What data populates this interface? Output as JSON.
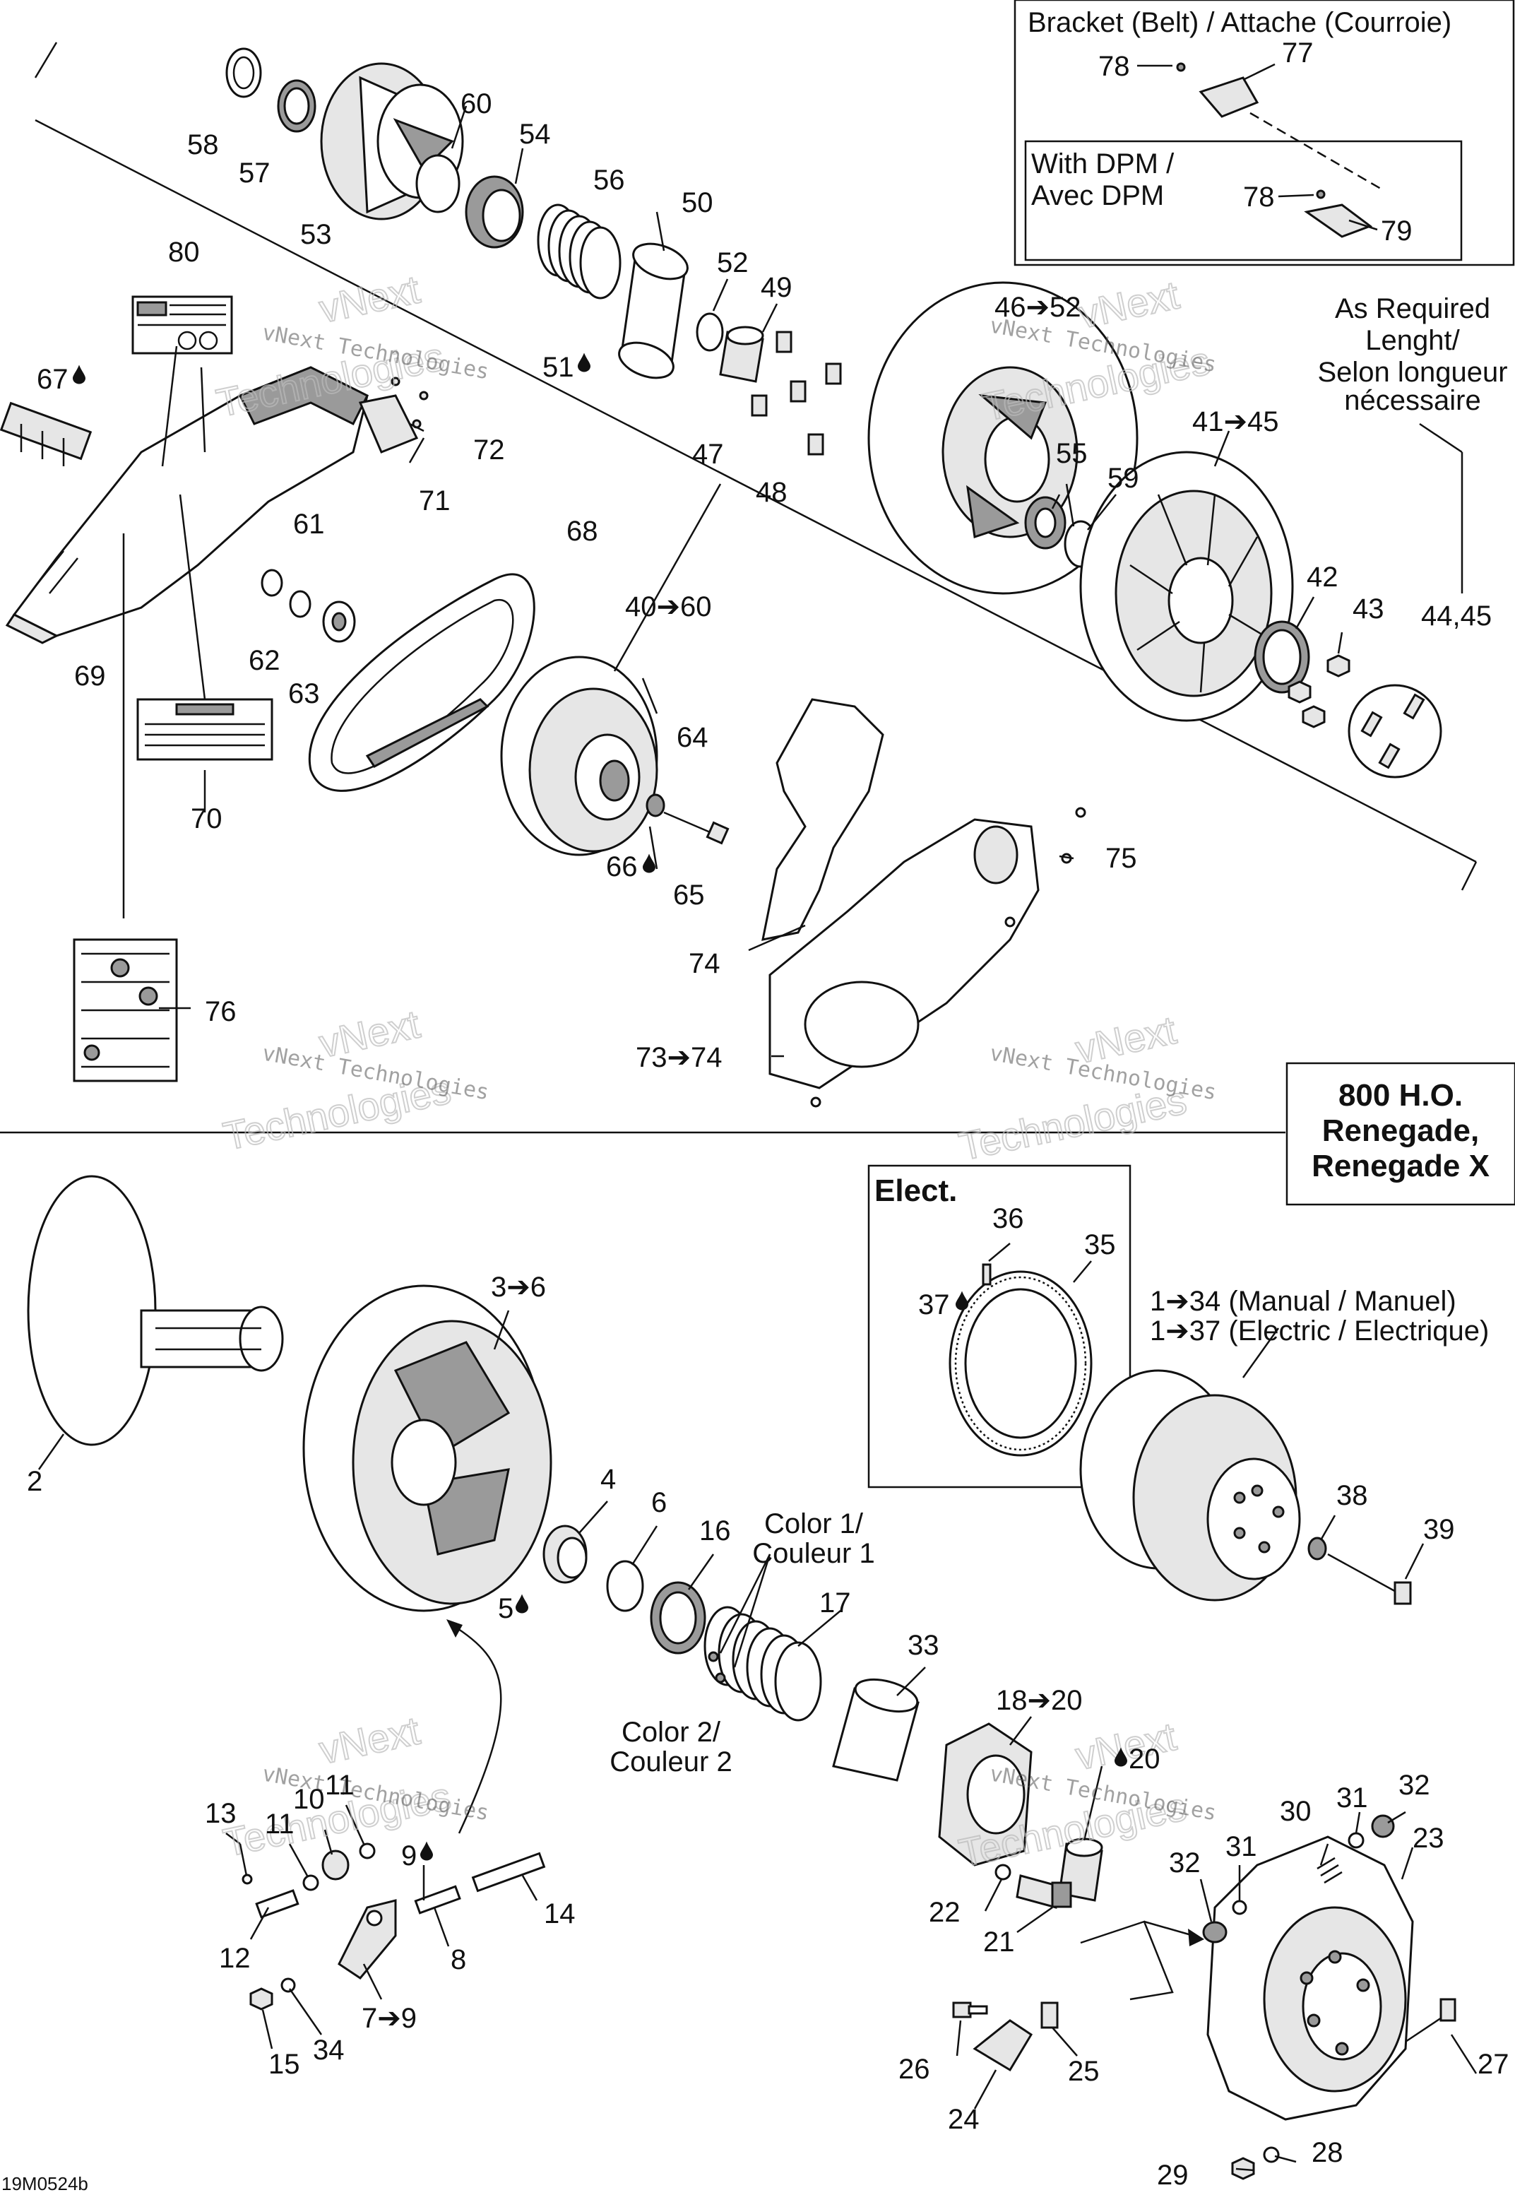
{
  "callouts": {
    "c58": "58",
    "c57": "57",
    "c53": "53",
    "c60": "60",
    "c54": "54",
    "c56": "56",
    "c50": "50",
    "c52": "52",
    "c49": "49",
    "c51": "51",
    "c47": "47",
    "c48": "48",
    "c46_52": "46➔52",
    "c55": "55",
    "c59": "59",
    "c41_45": "41➔45",
    "c42": "42",
    "c43": "43",
    "c44_45": "44,45",
    "c80": "80",
    "c67": "67",
    "c72": "72",
    "c71": "71",
    "c61": "61",
    "c62": "62",
    "c63": "63",
    "c69": "69",
    "c70": "70",
    "c68": "68",
    "c40_60": "40➔60",
    "c64": "64",
    "c66": "66",
    "c65": "65",
    "c75": "75",
    "c74": "74",
    "c73_74": "73➔74",
    "c76": "76",
    "c78a": "78",
    "c77": "77",
    "c78b": "78",
    "c79": "79",
    "c2": "2",
    "c3_6": "3➔6",
    "c4": "4",
    "c6": "6",
    "c16": "16",
    "c5": "5",
    "c17": "17",
    "c33": "33",
    "c18_20": "18➔20",
    "c20": "20",
    "c13": "13",
    "c11a": "11",
    "c10": "10",
    "c11b": "11",
    "c9": "9",
    "c14": "14",
    "c12": "12",
    "c8": "8",
    "c7_9": "7➔9",
    "c15": "15",
    "c34": "34",
    "c22": "22",
    "c21": "21",
    "c26": "26",
    "c25": "25",
    "c24": "24",
    "c30": "30",
    "c31a": "31",
    "c32a": "32",
    "c31b": "31",
    "c32b": "32",
    "c23": "23",
    "c27": "27",
    "c29": "29",
    "c28": "28",
    "c36": "36",
    "c35": "35",
    "c37": "37",
    "c38": "38",
    "c39": "39"
  },
  "labels": {
    "bracket_title": "Bracket (Belt) / Attache (Courroie)",
    "dpm_line1": "With DPM /",
    "dpm_line2": "Avec DPM",
    "as_required_1": "As Required",
    "as_required_2": "Lenght/",
    "as_required_3": "Selon longueur",
    "as_required_4": "nécessaire",
    "model_1": "800 H.O.",
    "model_2": "Renegade,",
    "model_3": "Renegade X",
    "elect": "Elect.",
    "range_manual": "1➔34 (Manual / Manuel)",
    "range_electric": "1➔37 (Electric / Electrique)",
    "color1_a": "Color 1/",
    "color1_b": "Couleur 1",
    "color2_a": "Color 2/",
    "color2_b": "Couleur 2",
    "drawing_code": "19M0524b"
  },
  "watermark": {
    "line1": "vNext Technologies",
    "big": "Technologies",
    "small": "vNext"
  },
  "icons": {
    "drop": "drop-icon",
    "arrow": "right-arrow-glyph"
  },
  "colors": {
    "ink": "#111111",
    "paper": "#ffffff",
    "watermark": "#888888"
  }
}
